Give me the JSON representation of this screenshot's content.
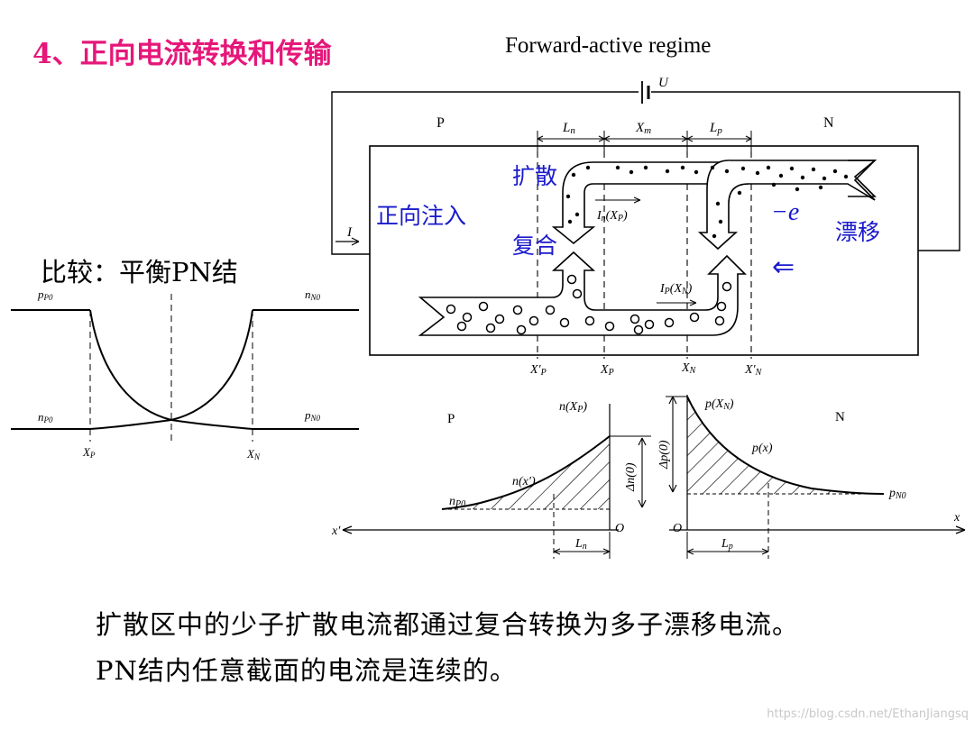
{
  "title": "4、正向电流转换和传输",
  "subtitle": "Forward-active regime",
  "compare_label": "比较：平衡PN结",
  "top_diagram": {
    "battery_label": "U",
    "current_label": "I",
    "p_label": "P",
    "n_label": "N",
    "dim_ln": "L",
    "dim_ln_sub": "n",
    "dim_xm": "X",
    "dim_xm_sub": "m",
    "dim_lp": "L",
    "dim_lp_sub": "p",
    "diffusion": "扩散",
    "forward_injection": "正向注入",
    "recombination": "复合",
    "drift": "漂移",
    "electron": "−e",
    "left_arrow": "⇐",
    "in_label": "I",
    "in_sub": "n",
    "in_arg": "(X",
    "in_arg_sub": "P",
    "ip_label": "I",
    "ip_sub": "P",
    "ip_arg": "(X",
    "ip_arg_sub": "N",
    "x_labels": [
      {
        "t": "X′",
        "s": "P"
      },
      {
        "t": "X",
        "s": "P"
      },
      {
        "t": "X",
        "s": "N"
      },
      {
        "t": "X′",
        "s": "N"
      }
    ]
  },
  "left_diagram": {
    "pp0": "p",
    "pp0_sub": "P0",
    "nn0": "n",
    "nn0_sub": "N0",
    "np0": "n",
    "np0_sub": "P0",
    "pn0": "p",
    "pn0_sub": "N0",
    "xp": "X",
    "xp_sub": "P",
    "xn": "X",
    "xn_sub": "N"
  },
  "bottom_diagram": {
    "p_label": "P",
    "n_label": "N",
    "nxp": "n(X",
    "nxp_sub": "P",
    "pxn": "p(X",
    "pxn_sub": "N",
    "px": "p(x)",
    "nx": "n(x′)",
    "dn0": "Δn(0)",
    "dp0": "Δp(0)",
    "np0": "n",
    "np0_sub": "P0",
    "pn0": "p",
    "pn0_sub": "N0",
    "origin1": "O",
    "origin2": "O",
    "xprime": "x′",
    "x": "x",
    "ln": "L",
    "ln_sub": "n",
    "lp": "L",
    "lp_sub": "p"
  },
  "body_lines": [
    "扩散区中的少子扩散电流都通过复合转换为多子漂移电流。",
    "PN结内任意截面的电流是连续的。"
  ],
  "watermark": "https://blog.csdn.net/EthanJiangsq",
  "colors": {
    "title": "#e6177a",
    "annotation": "#1a1acc"
  }
}
